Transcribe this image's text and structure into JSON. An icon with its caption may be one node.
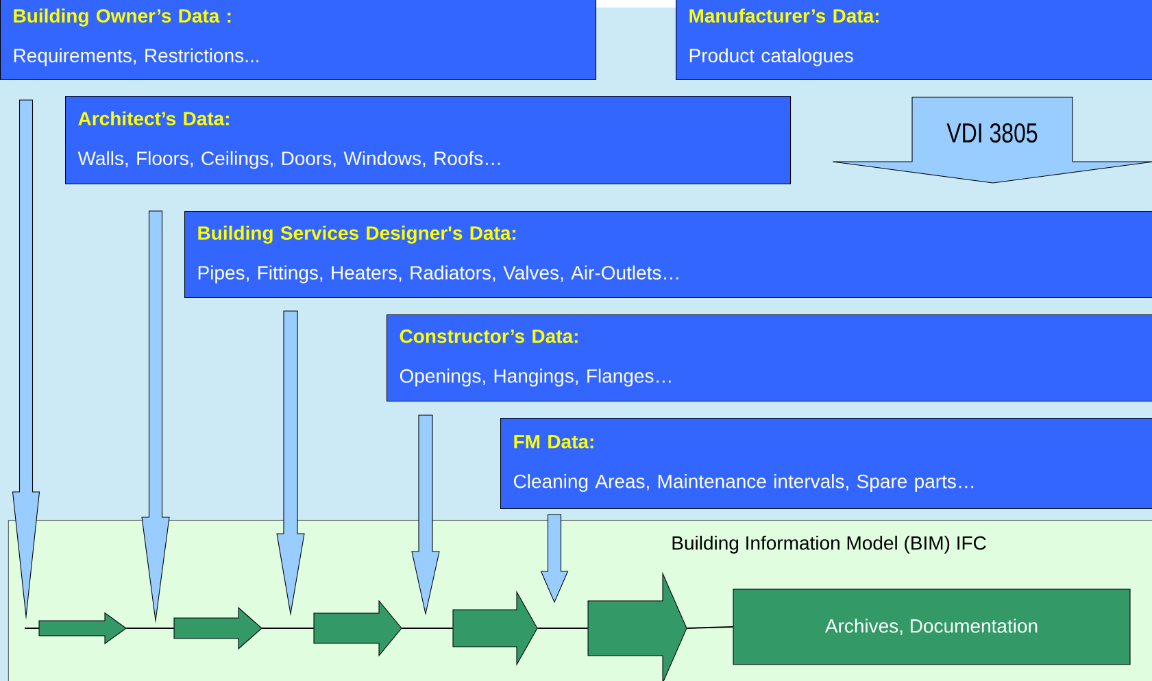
{
  "diagram": {
    "nodes": [
      {
        "text": [
          "Building Owner’s Data :",
          "Requirements, Restrictions..."
        ]
      },
      {
        "text": [
          "Manufacturer’s Data:",
          "Product catalogues"
        ]
      },
      {
        "text": [
          "Architect’s Data:",
          "Walls, Floors, Ceilings, Doors, Windows, Roofs…"
        ]
      },
      {
        "text": [
          "Building Services Designer's Data:",
          "Pipes, Fittings, Heaters, Radiators, Valves, Air-Outlets…"
        ]
      },
      {
        "text": [
          "Constructor’s Data:",
          "Openings, Hangings, Flanges…"
        ]
      },
      {
        "text": [
          "FM Data:",
          "Cleaning Areas, Maintenance intervals, Spare parts…"
        ]
      },
      {
        "text": [
          "Building Information Model (BIM) IFC"
        ]
      },
      {
        "text": [],
        "shape": "arrow",
        "in": 6
      },
      {
        "text": [],
        "shape": "arrow",
        "in": 6
      },
      {
        "text": [],
        "shape": "arrow",
        "in": 6
      },
      {
        "text": [],
        "shape": "arrow",
        "in": 6
      },
      {
        "text": [],
        "shape": "arrow",
        "in": 6
      },
      {
        "text": [
          "Archives, Documentation"
        ],
        "in": 6
      }
    ],
    "edges": [
      {
        "from": 0,
        "to": 7,
        "arrow": "to",
        "style": "thick",
        "color": "#99ccff"
      },
      {
        "from": 2,
        "to": 8,
        "arrow": "to",
        "style": "thick",
        "color": "#99ccff"
      },
      {
        "from": 3,
        "to": 9,
        "arrow": "to",
        "style": "thick",
        "color": "#99ccff"
      },
      {
        "from": 4,
        "to": 10,
        "arrow": "to",
        "style": "thick",
        "color": "#99ccff"
      },
      {
        "from": 5,
        "to": 11,
        "arrow": "to",
        "style": "thick",
        "color": "#99ccff"
      },
      {
        "from": 7,
        "to": 8,
        "arrow": "none"
      },
      {
        "from": 8,
        "to": 9,
        "arrow": "none"
      },
      {
        "from": 9,
        "to": 10,
        "arrow": "none"
      },
      {
        "from": 10,
        "to": 11,
        "arrow": "none"
      },
      {
        "from": 11,
        "to": 12,
        "arrow": "none"
      },
      {
        "from": 1,
        "to": 3,
        "arrow": "to",
        "style": "thick",
        "color": "#99ccff",
        "label": "VDI 3805"
      }
    ]
  }
}
